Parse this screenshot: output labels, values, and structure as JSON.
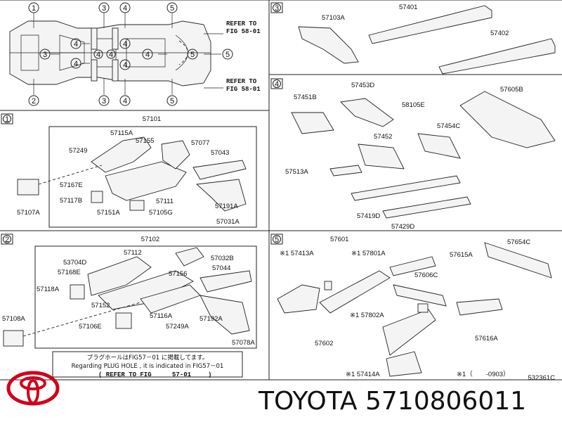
{
  "brand": {
    "make": "TOYOTA",
    "part_number": "5710806011",
    "logo_color": "#d0021b"
  },
  "doc_code": "532361C",
  "overview": {
    "refs": [
      "REFER TO",
      "FIG 58-01",
      "REFER TO",
      "FIG 58-01"
    ]
  },
  "section1": {
    "marker": "1",
    "main_label": "57101",
    "labels": [
      "57115A",
      "57155",
      "57077",
      "57043",
      "57249",
      "57167E",
      "57117B",
      "57111",
      "57151A",
      "57105G",
      "57191A",
      "57031A",
      "57107A"
    ]
  },
  "section2": {
    "marker": "2",
    "main_label": "57102",
    "labels": [
      "57112",
      "53704D",
      "57168E",
      "57118A",
      "57152",
      "57156",
      "57032B",
      "57044",
      "57116A",
      "57249A",
      "57106E",
      "57192A",
      "57078A",
      "57108A"
    ],
    "note_jp": "プラグホールはFIG57－01 に掲載してます。",
    "note_en": "Regarding PLUG HOLE , it is indicated in FIG57－01",
    "note_ref": "( REFER TO FIG",
    "note_ref_code": "57-01",
    "note_ref_close": ")"
  },
  "section3": {
    "marker": "3",
    "labels": [
      "57103A",
      "57401",
      "57402"
    ]
  },
  "section4": {
    "marker": "4",
    "labels": [
      "57451B",
      "57453D",
      "58105E",
      "57605B",
      "57454C",
      "57452",
      "57513A",
      "57419D",
      "57429D"
    ]
  },
  "section5": {
    "marker": "5",
    "labels": [
      "※1 57413A",
      "57601",
      "※1 57801A",
      "57615A",
      "57654C",
      "57606C",
      "※1 57802A",
      "57602",
      "57616A",
      "※1 57414A"
    ],
    "footnote": "※1（　　-0903）"
  }
}
